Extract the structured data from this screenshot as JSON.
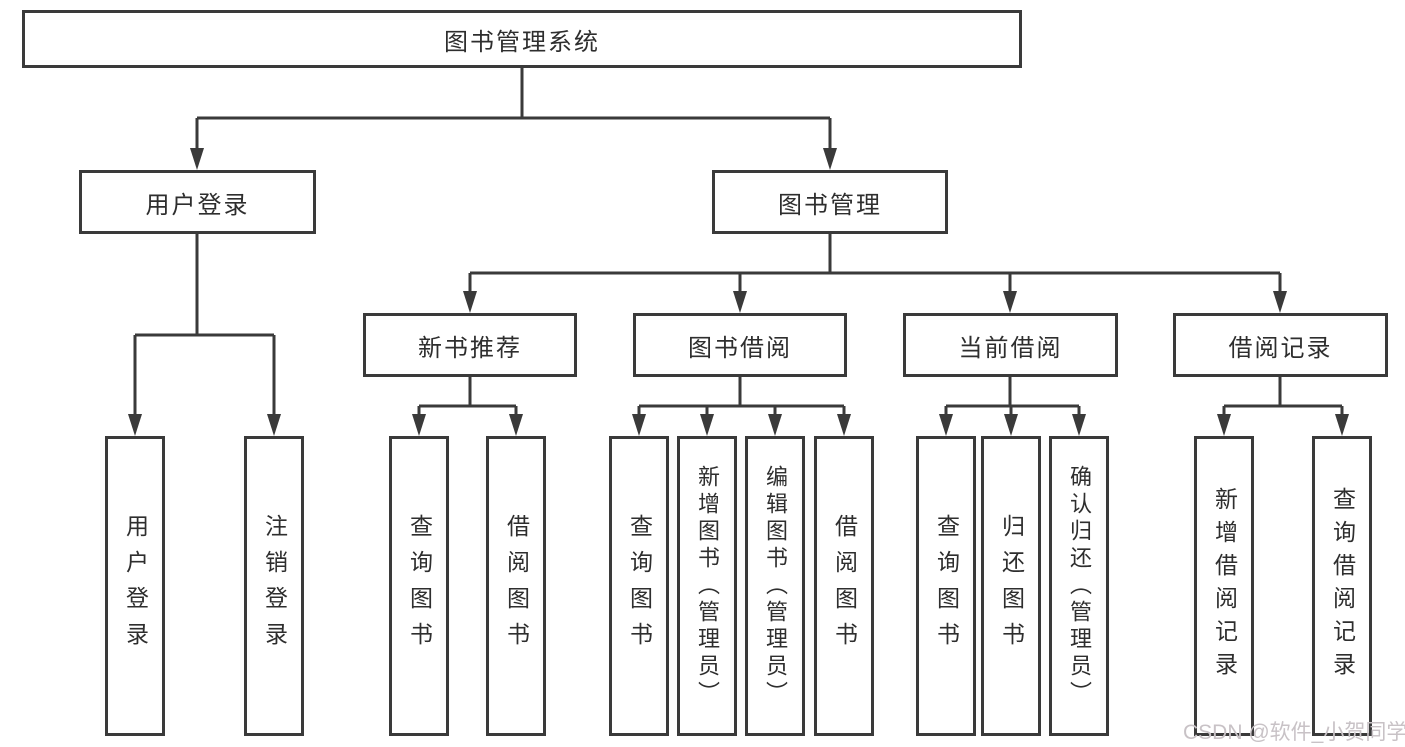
{
  "diagram": {
    "title": "图书管理系统",
    "type": "tree",
    "colors": {
      "line": "#3a3a3a",
      "text": "#2e2e2e",
      "watermark_text": "#c8c2c6",
      "background": "#ffffff"
    },
    "root": {
      "label": "图书管理系统",
      "children": [
        {
          "label": "用户登录",
          "children": [
            {
              "label": "用户登录"
            },
            {
              "label": "注销登录"
            }
          ]
        },
        {
          "label": "图书管理",
          "children": [
            {
              "label": "新书推荐",
              "children": [
                {
                  "label": "查询图书"
                },
                {
                  "label": "借阅图书"
                }
              ]
            },
            {
              "label": "图书借阅",
              "children": [
                {
                  "label": "查询图书"
                },
                {
                  "label": "新增图书（管理员）"
                },
                {
                  "label": "编辑图书（管理员）"
                },
                {
                  "label": "借阅图书"
                }
              ]
            },
            {
              "label": "当前借阅",
              "children": [
                {
                  "label": "查询图书"
                },
                {
                  "label": "归还图书"
                },
                {
                  "label": "确认归还（管理员）"
                }
              ]
            },
            {
              "label": "借阅记录",
              "children": [
                {
                  "label": "新增借阅记录"
                },
                {
                  "label": "查询借阅记录"
                }
              ]
            }
          ]
        }
      ]
    }
  },
  "watermark": {
    "text": "CSDN @软件_小贺同学"
  }
}
